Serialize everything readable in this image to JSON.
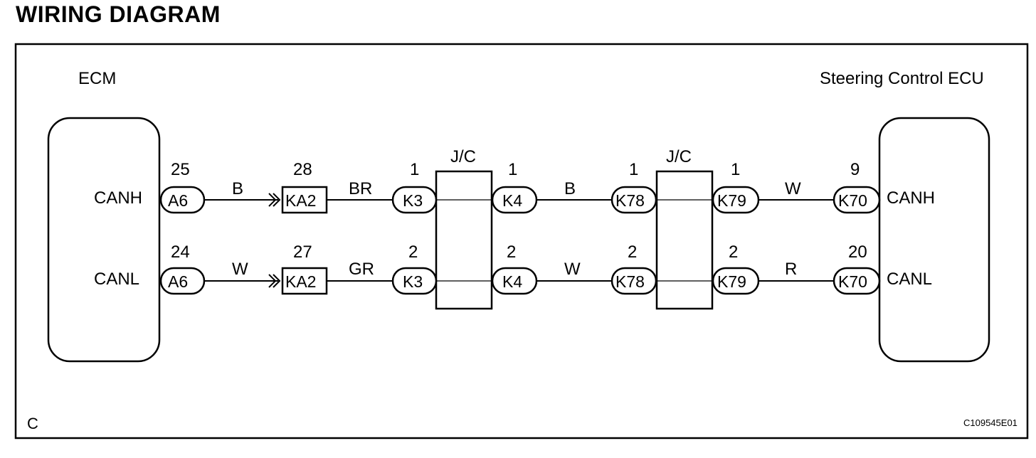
{
  "title": "WIRING DIAGRAM",
  "frame": {
    "corner_letter": "C",
    "figure_id": "C109545E01"
  },
  "components": {
    "ecm": {
      "label": "ECM",
      "pins": {
        "canh": "CANH",
        "canl": "CANL"
      }
    },
    "steering_ecu": {
      "label": "Steering Control ECU",
      "pins": {
        "canh": "CANH",
        "canl": "CANL"
      }
    },
    "jc1": {
      "label": "J/C"
    },
    "jc2": {
      "label": "J/C"
    }
  },
  "canh": {
    "a6": {
      "pin": "25",
      "conn": "A6"
    },
    "wire1": "B",
    "ka2": {
      "pin": "28",
      "conn": "KA2"
    },
    "wire2": "BR",
    "k3": {
      "pin": "1",
      "conn": "K3"
    },
    "k4": {
      "pin": "1",
      "conn": "K4"
    },
    "wire3": "B",
    "k78": {
      "pin": "1",
      "conn": "K78"
    },
    "k79": {
      "pin": "1",
      "conn": "K79"
    },
    "wire4": "W",
    "k70": {
      "pin": "9",
      "conn": "K70"
    }
  },
  "canl": {
    "a6": {
      "pin": "24",
      "conn": "A6"
    },
    "wire1": "W",
    "ka2": {
      "pin": "27",
      "conn": "KA2"
    },
    "wire2": "GR",
    "k3": {
      "pin": "2",
      "conn": "K3"
    },
    "k4": {
      "pin": "2",
      "conn": "K4"
    },
    "wire3": "W",
    "k78": {
      "pin": "2",
      "conn": "K78"
    },
    "k79": {
      "pin": "2",
      "conn": "K79"
    },
    "wire4": "R",
    "k70": {
      "pin": "20",
      "conn": "K70"
    }
  }
}
